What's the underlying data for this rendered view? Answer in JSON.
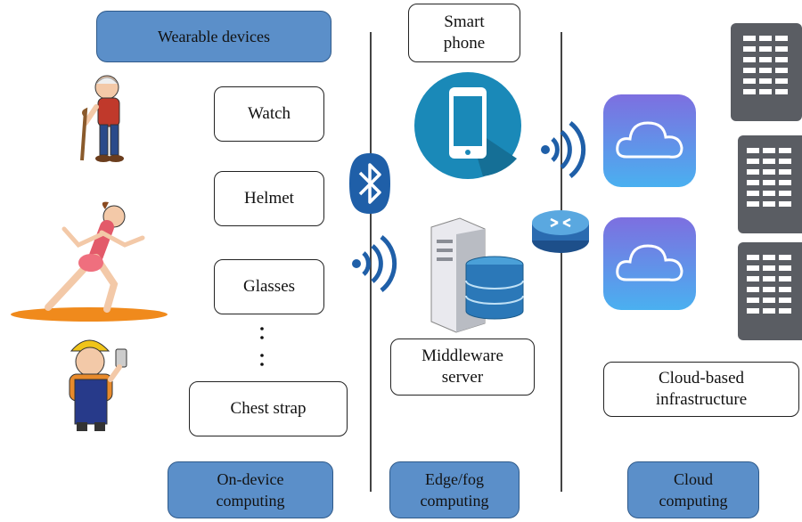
{
  "header": {
    "wearable_label": "Wearable devices"
  },
  "devices": [
    {
      "label": "Watch"
    },
    {
      "label": "Helmet"
    },
    {
      "label": "Glasses"
    },
    {
      "label": "Chest strap"
    }
  ],
  "edge": {
    "smartphone_label": "Smart\nphone",
    "middleware_label": "Middleware\nserver"
  },
  "cloud": {
    "infrastructure_label": "Cloud-based\ninfrastructure"
  },
  "footer": {
    "on_device": "On-device\ncomputing",
    "edge_fog": "Edge/fog\ncomputing",
    "cloud_computing": "Cloud\ncomputing"
  },
  "colors": {
    "blue_box": "#5b8fc9",
    "phone_circle": "#1a89b8",
    "cloud_tile": "#7d6fe0",
    "server": "#5a5d63",
    "bluetooth": "#1f5fa8"
  },
  "icons": [
    "elderly-person-icon",
    "runner-icon",
    "worker-icon",
    "bluetooth-icon",
    "wifi-icon",
    "smartphone-icon",
    "database-server-icon",
    "router-icon",
    "cloud-icon",
    "server-rack-icon"
  ]
}
